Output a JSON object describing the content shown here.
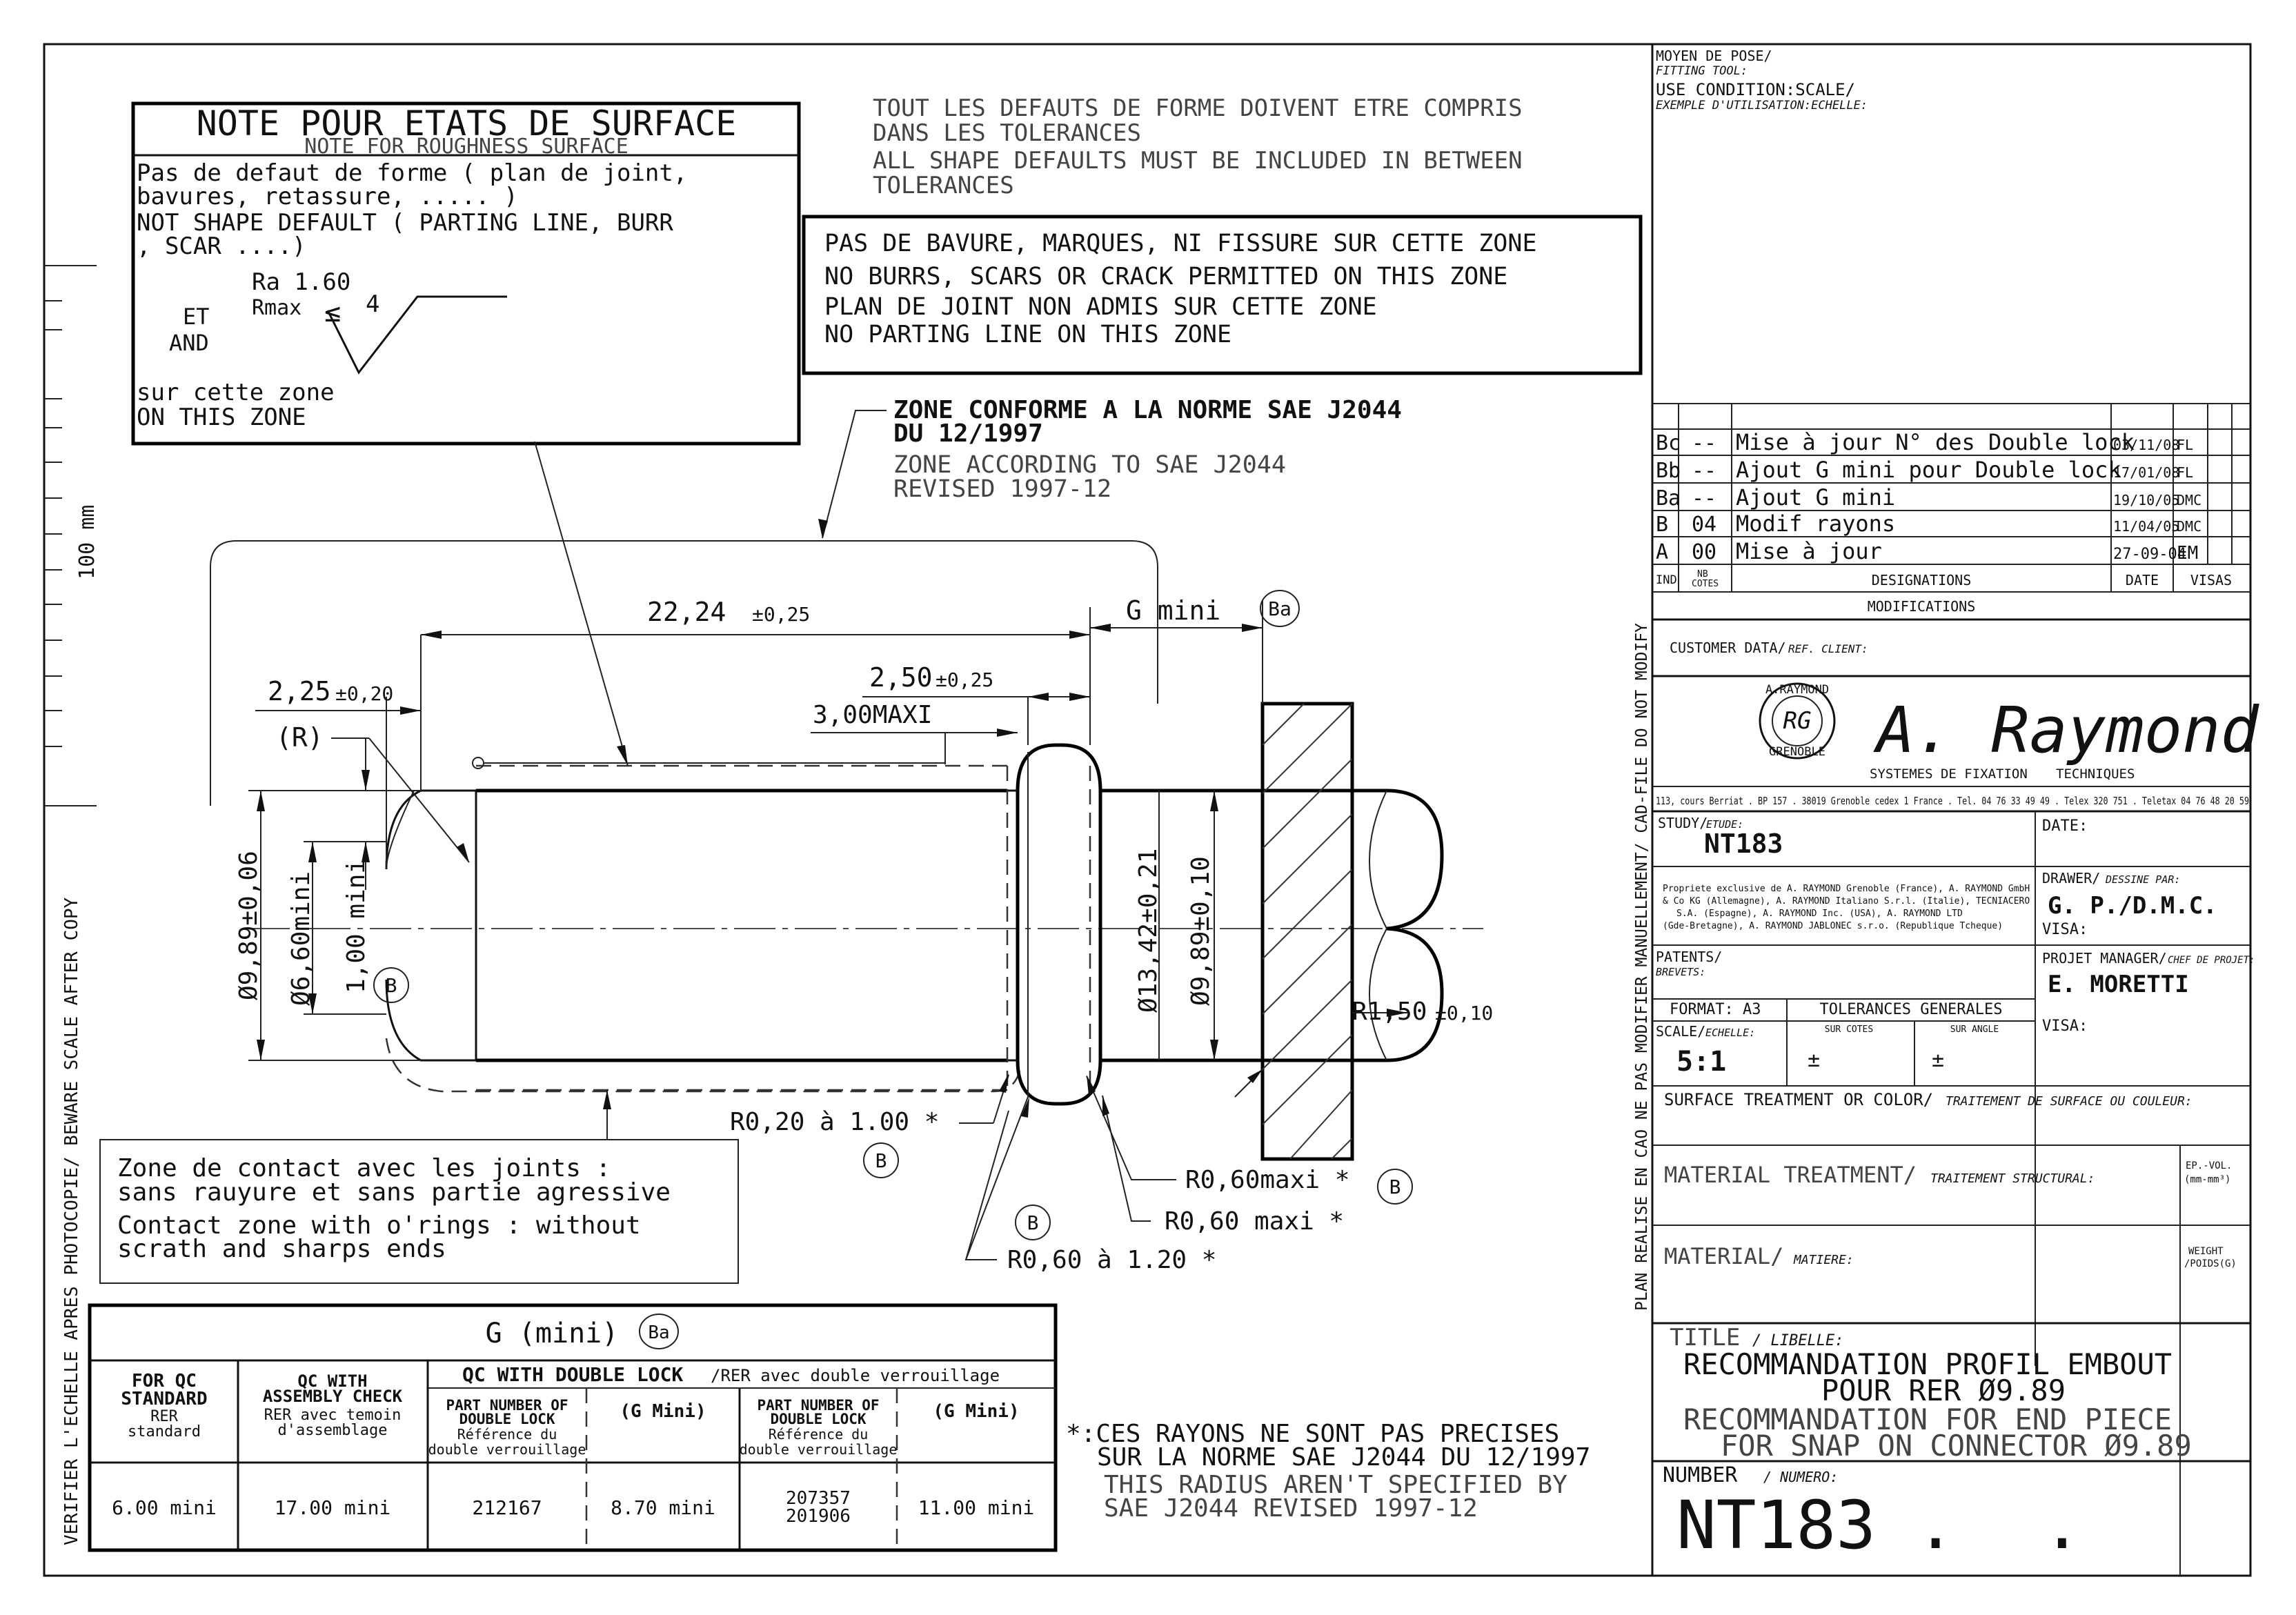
{
  "roughness_note": {
    "title": "NOTE POUR ETATS DE SURFACE",
    "subtitle": "NOTE FOR ROUGHNESS SURFACE",
    "lines": [
      "Pas de defaut de forme ( plan de joint,",
      "bavures, retassure, ..... )",
      "NOT SHAPE DEFAULT ( PARTING LINE, BURR",
      ", SCAR ....)"
    ],
    "ra": "Ra 1.60",
    "rmax": "Rmax",
    "rmax_val": "4",
    "et": "ET",
    "and": "AND",
    "zone_fr": "sur cette zone",
    "zone_en": "ON THIS ZONE"
  },
  "shape_defaults": [
    "TOUT LES DEFAUTS DE FORME DOIVENT ETRE COMPRIS",
    "DANS LES TOLERANCES",
    "ALL SHAPE DEFAULTS MUST BE INCLUDED IN BETWEEN",
    "TOLERANCES"
  ],
  "burr_note": [
    "PAS DE BAVURE, MARQUES, NI FISSURE SUR CETTE ZONE",
    "NO BURRS, SCARS OR CRACK PERMITTED ON THIS ZONE",
    "PLAN DE JOINT NON ADMIS SUR CETTE ZONE",
    "NO PARTING LINE ON THIS ZONE"
  ],
  "sae_zone": {
    "line1": "ZONE CONFORME A LA NORME SAE J2044",
    "line2": "DU 12/1997",
    "line3": "ZONE ACCORDING TO SAE J2044",
    "line4": "REVISED 1997-12"
  },
  "dims": {
    "d1": "22,24",
    "d1_tol": "±0,25",
    "g_mini": "G mini",
    "ba": "Ba",
    "d2": "2,50",
    "d2_tol": "±0,25",
    "d3": "3,00MAXI",
    "d4": "2,25",
    "d4_tol": "±0,20",
    "r": "(R)",
    "v1": "Ø9,89±0,06",
    "v2": "Ø6,60mini",
    "v3": "1,00 mini",
    "v4": "Ø13,42±0,21",
    "v5": "Ø9,89±0,10",
    "b": "B",
    "r150": "R1,50",
    "r150_tol": "±0,10",
    "r020": "R0,20 à 1.00 *",
    "r060max": "R0,60maxi *",
    "r060": "R0,60 maxi *",
    "r060b": "R0,60 à 1.20 *"
  },
  "contact_note": [
    "Zone de contact avec les joints :",
    "sans rauyure et sans partie agressive",
    "Contact zone with o'rings : without",
    "scrath and sharps ends"
  ],
  "g_table": {
    "title": "G (mini)",
    "badge": "Ba",
    "col1_h": "FOR QC",
    "col1_h2": "STANDARD",
    "col1_s": "RER",
    "col1_s2": "standard",
    "col2_h": "QC WITH",
    "col2_h2": "ASSEMBLY CHECK",
    "col2_s": "RER avec temoin",
    "col2_s2": "d'assemblage",
    "dbl_h": "QC WITH DOUBLE LOCK",
    "dbl_s": "/RER avec double verrouillage",
    "pn_h": "PART NUMBER OF",
    "pn_h2": "DOUBLE LOCK",
    "pn_s": "Référence du",
    "pn_s2": "double verrouillage",
    "gm_h": "(G Mini)",
    "row": [
      "6.00 mini",
      "17.00 mini",
      "212167",
      "8.70 mini",
      "207357",
      "201906",
      "11.00 mini"
    ]
  },
  "radius_note": [
    "*:CES RAYONS NE SONT PAS PRECISES",
    "SUR LA NORME SAE J2044 DU 12/1997",
    "THIS RADIUS AREN'T SPECIFIED BY",
    "SAE J2044 REVISED 1997-12"
  ],
  "side_left_note": "VERIFIER L'ECHELLE APRES PHOTOCOPIE/ BEWARE SCALE AFTER COPY",
  "scale_label": "100 mm",
  "side_right_note": "PLAN REALISE EN CAO NE PAS MODIFIER MANUELLEMENT/ CAD-FILE DO NOT MODIFY",
  "title_block": {
    "moyen_pose": "MOYEN DE POSE/",
    "fitting_tool": "FITTING TOOL:",
    "use_condition": "USE CONDITION:SCALE/",
    "exemple": "EXEMPLE D'UTILISATION:ECHELLE:",
    "revisions": [
      {
        "ind": "Bc",
        "cotes": "--",
        "desc": "Mise à jour N° des Double lock",
        "date": "03/11/08",
        "visa": "FL"
      },
      {
        "ind": "Bb",
        "cotes": "--",
        "desc": "Ajout G mini pour Double lock",
        "date": "17/01/08",
        "visa": "FL"
      },
      {
        "ind": "Ba",
        "cotes": "--",
        "desc": "Ajout G mini",
        "date": "19/10/05",
        "visa": "DMC"
      },
      {
        "ind": "B",
        "cotes": "04",
        "desc": "Modif rayons",
        "date": "11/04/05",
        "visa": "DMC"
      },
      {
        "ind": "A",
        "cotes": "00",
        "desc": "Mise à jour",
        "date": "27-09-04",
        "visa": "EM"
      }
    ],
    "h_ind": "IND",
    "h_nb": "NB",
    "h_cotes": "COTES",
    "h_desig": "DESIGNATIONS",
    "h_date": "DATE",
    "h_visas": "VISAS",
    "modifications": "MODIFICATIONS",
    "customer": "CUSTOMER DATA/",
    "customer_ref": "REF. CLIENT:",
    "logo_ring_top": "A.RAYMOND",
    "logo_ring_bottom": "GRENOBLE",
    "logo_mono": "RG",
    "logo_script": "A. Raymond",
    "systemes": "SYSTEMES DE FIXATION",
    "techniques": "TECHNIQUES",
    "address": "113, cours Berriat . BP 157 . 38019 Grenoble cedex 1 France . Tel. 04 76 33 49 49 . Telex 320 751 . Teletax 04 76 48 20 59",
    "study_label": "STUDY/",
    "study_fr": "ETUDE:",
    "study": "NT183",
    "date_label": "DATE:",
    "propriete": [
      "Propriete exclusive de A. RAYMOND Grenoble (France), A. RAYMOND GmbH",
      "& Co KG (Allemagne), A. RAYMOND Italiano S.r.l. (Italie), TECNIACERO",
      "S.A. (Espagne), A. RAYMOND Inc. (USA), A. RAYMOND LTD",
      "(Gde-Bretagne), A. RAYMOND JABLONEC s.r.o. (Republique Tcheque)"
    ],
    "drawer_label": "DRAWER/",
    "drawer_fr": "DESSINE PAR:",
    "drawer": "G. P./D.M.C.",
    "visa": "VISA:",
    "patents": "PATENTS/",
    "brevets": "BREVETS:",
    "pm_label": "PROJET MANAGER/",
    "pm_fr": "CHEF DE PROJET:",
    "pm": "E. MORETTI",
    "format": "FORMAT: A3",
    "tol_gen": "TOLERANCES GENERALES",
    "scale_lbl": "SCALE/",
    "scale_fr": "ECHELLE:",
    "sur_cotes": "SUR COTES",
    "sur_angle": "SUR ANGLE",
    "scale": "5:1",
    "pm_sign": "±",
    "surface": "SURFACE TREATMENT OR COLOR/",
    "surface_fr": "TRAITEMENT DE SURFACE OU COULEUR:",
    "mat_treat": "MATERIAL TREATMENT/",
    "mat_treat_fr": "TRAITEMENT STRUCTURAL:",
    "ep_vol": "EP.-VOL.",
    "ep_unit": "(mm-mm³)",
    "material": "MATERIAL/",
    "material_fr": "MATIERE:",
    "weight": "WEIGHT",
    "weight_fr": "/POIDS(G)",
    "title_lbl": "TITLE",
    "title_fr": "/ LIBELLE:",
    "title1": "RECOMMANDATION PROFIL EMBOUT",
    "title2": "POUR RER Ø9.89",
    "title3": "RECOMMANDATION FOR END PIECE",
    "title4": "FOR SNAP ON CONNECTOR Ø9.89",
    "number_lbl": "NUMBER",
    "number_fr": "/ NUMERO:",
    "number": "NT183 .",
    "number_dot": "."
  }
}
